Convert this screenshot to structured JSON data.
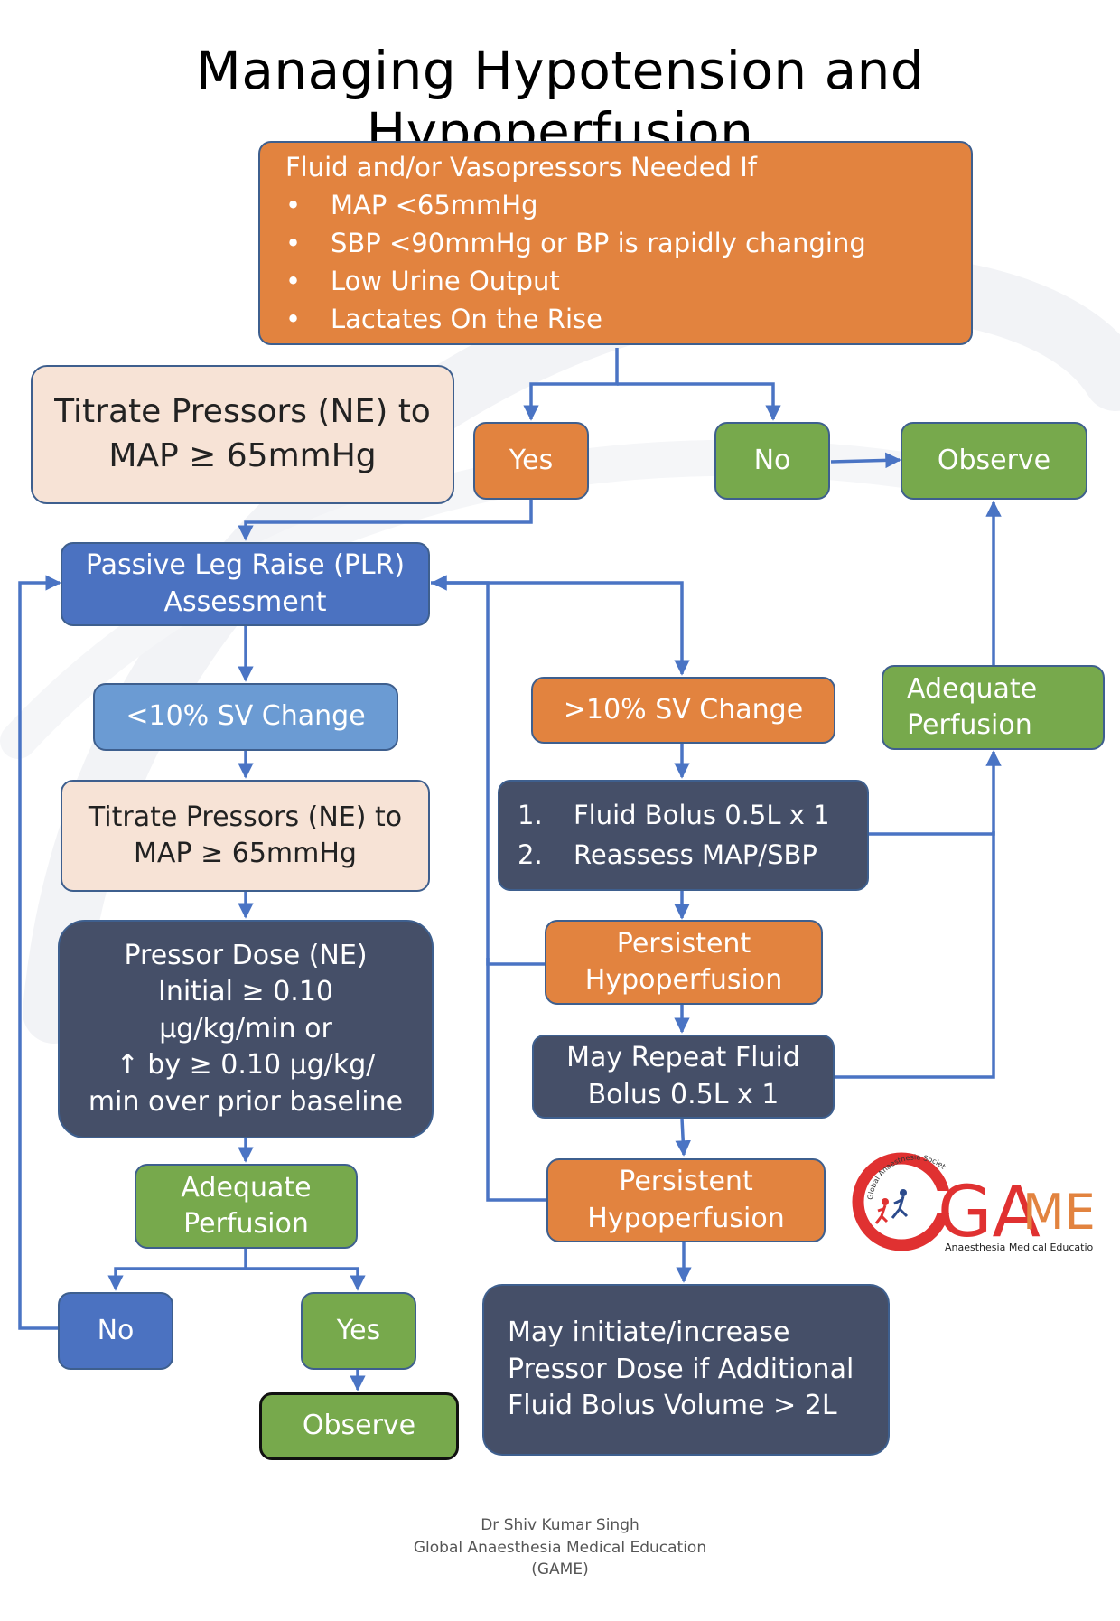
{
  "title": "Managing Hypotension and Hypoperfusion",
  "colors": {
    "orange": "#e2833f",
    "green": "#77a94c",
    "blue": "#4b72c1",
    "light_blue": "#6b9bd3",
    "peach": "#f7e3d6",
    "dark": "#454f68",
    "arrow": "#4a74c4"
  },
  "criteria": {
    "heading": "Fluid and/or Vasopressors Needed If",
    "bullet": "•",
    "items": [
      "MAP <65mmHg",
      "SBP <90mmHg or BP is rapidly changing",
      "Low Urine Output",
      "Lactates On the Rise"
    ]
  },
  "titrate_top": {
    "line1": "Titrate Pressors (NE) to",
    "line2": "MAP ≥ 65mmHg"
  },
  "yes_top": "Yes",
  "no_top": "No",
  "observe_top": "Observe",
  "plr": {
    "line1": "Passive Leg Raise (PLR)",
    "line2": "Assessment"
  },
  "lt10": "<10% SV Change",
  "gt10": ">10% SV Change",
  "titrate_left": {
    "line1": "Titrate Pressors (NE) to",
    "line2": "MAP ≥ 65mmHg"
  },
  "pressor_dose": {
    "line1": "Pressor Dose (NE)",
    "line2": "Initial ≥ 0.10",
    "line3": "μg/kg/min or",
    "line4": "↑ by ≥ 0.10 μg/kg/",
    "line5": "min over prior baseline"
  },
  "adequate_left": {
    "line1": "Adequate",
    "line2": "Perfusion"
  },
  "no_left": "No",
  "yes_left": "Yes",
  "observe_left": "Observe",
  "fluid_bolus": {
    "n1": "1.",
    "item1": "Fluid Bolus 0.5L x 1",
    "n2": "2.",
    "item2": "Reassess MAP/SBP"
  },
  "persistent1": {
    "line1": "Persistent",
    "line2": "Hypoperfusion"
  },
  "repeat_fluid": {
    "line1": "May Repeat Fluid",
    "line2": "Bolus 0.5L x 1"
  },
  "persistent2": {
    "line1": "Persistent",
    "line2": "Hypoperfusion"
  },
  "adequate_right": {
    "line1": "Adequate",
    "line2": "Perfusion"
  },
  "initiate": {
    "line1": "May initiate/increase",
    "line2": "Pressor Dose if Additional",
    "line3": "Fluid Bolus Volume > 2L"
  },
  "logo": {
    "letters": "GAME",
    "arc_text": "Global Anaesthesia Society",
    "subtitle": "Anaesthesia Medical Education"
  },
  "footer": {
    "line1": "Dr Shiv Kumar Singh",
    "line2": "Global Anaesthesia Medical Education",
    "line3": "(GAME)"
  }
}
